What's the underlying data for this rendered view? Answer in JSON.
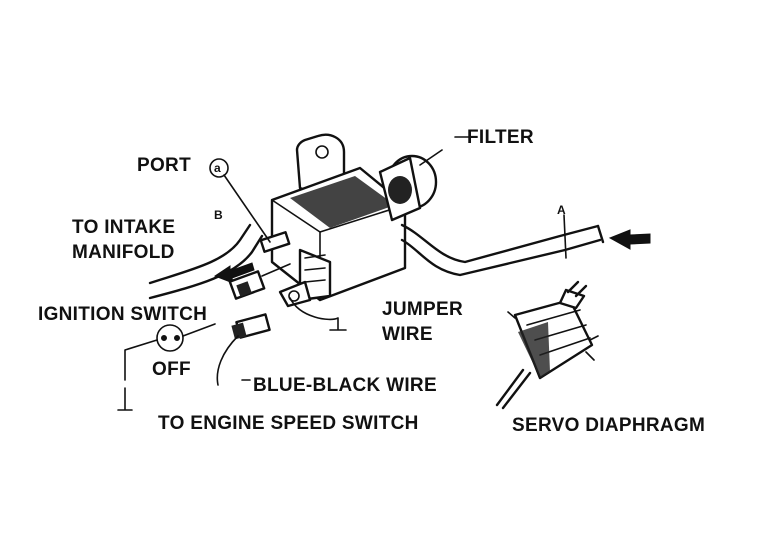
{
  "labels": {
    "filter": "FILTER",
    "port": "PORT",
    "port_marker": "a",
    "to_intake_manifold_line1": "TO INTAKE",
    "to_intake_manifold_line2": "MANIFOLD",
    "marker_b": "B",
    "marker_a": "A",
    "ignition_switch": "IGNITION SWITCH",
    "off": "OFF",
    "jumper_line1": "JUMPER",
    "jumper_line2": "WIRE",
    "blue_black_wire": "BLUE-BLACK WIRE",
    "to_engine_speed_switch": "TO ENGINE SPEED SWITCH",
    "servo_diaphragm": "SERVO DIAPHRAGM"
  }
}
